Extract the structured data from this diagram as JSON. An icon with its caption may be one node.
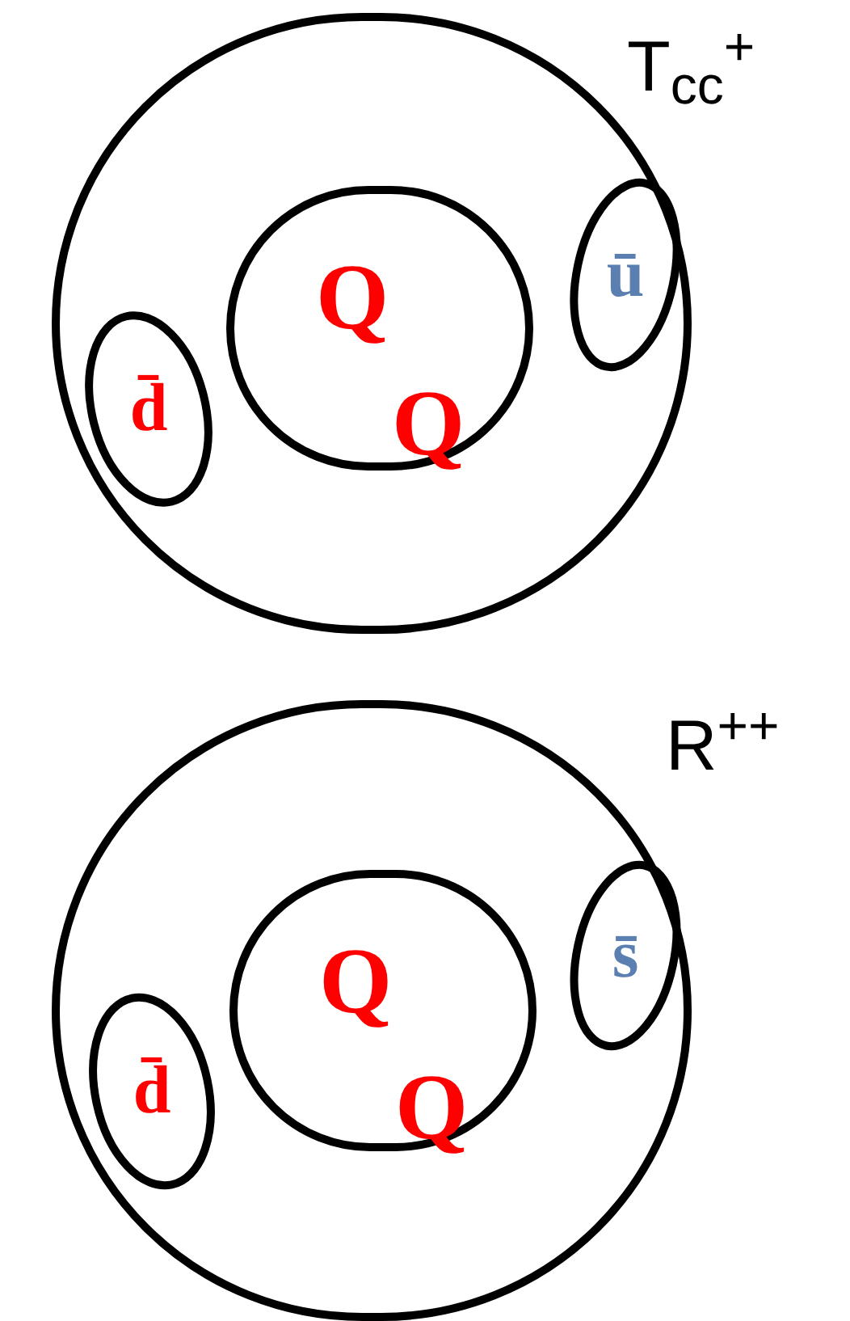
{
  "diagram": {
    "nodes": [
      {
        "text": [],
        "shape": "circle",
        "beside": [
          "T$_{cc}$$^{+}$"
        ]
      },
      {
        "text": [
          "Q",
          "Q"
        ],
        "in": 0
      },
      {
        "text": [
          "d̄"
        ],
        "in": 0
      },
      {
        "text": [
          "ū"
        ],
        "in": 0
      },
      {
        "text": [],
        "shape": "circle",
        "beside": [
          "R$^{++}$"
        ]
      },
      {
        "text": [
          "Q",
          "Q"
        ],
        "in": 4
      },
      {
        "text": [
          "d̄"
        ],
        "in": 4
      },
      {
        "text": [
          "s̄"
        ],
        "in": 4
      }
    ]
  }
}
